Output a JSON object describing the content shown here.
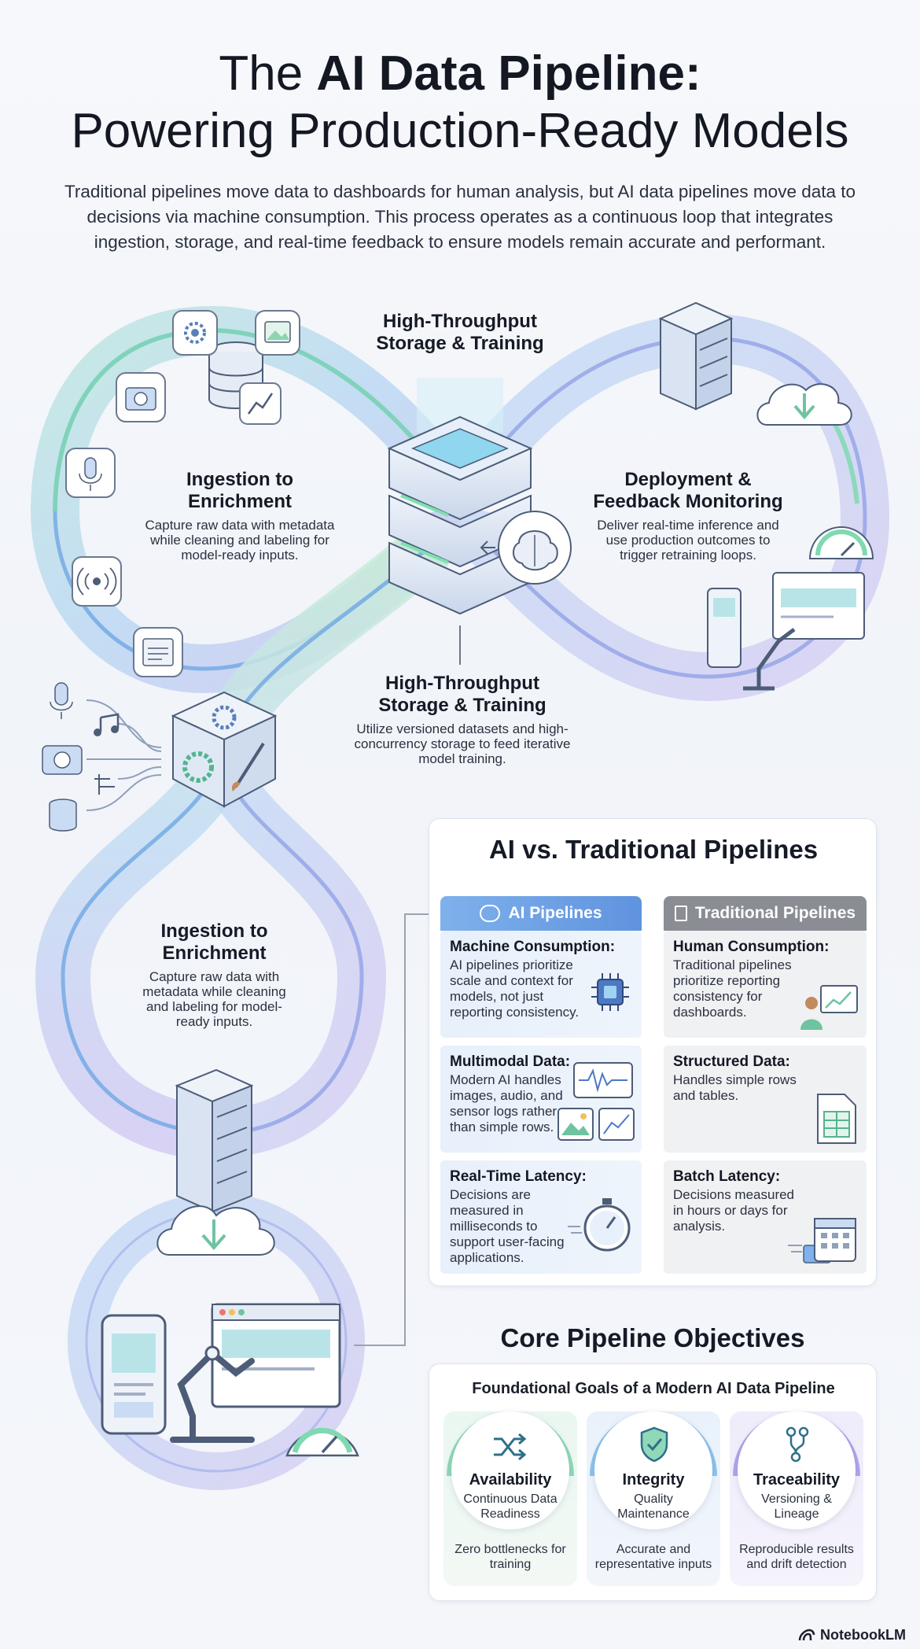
{
  "header": {
    "title_plain": "The ",
    "title_bold": "AI Data Pipeline:",
    "title_line2": "Powering Production-Ready Models",
    "intro": "Traditional pipelines move data to dashboards for human analysis, but AI data pipelines move data to decisions via machine consumption. This process operates as a continuous loop that integrates ingestion, storage, and real-time feedback to ensure models remain accurate and performant."
  },
  "diagram": {
    "top_label": {
      "heading": "High-Throughput Storage & Training"
    },
    "left_loop": {
      "heading": "Ingestion to Enrichment",
      "text": "Capture raw data with metadata while cleaning and labeling for model-ready inputs."
    },
    "right_loop": {
      "heading": "Deployment & Feedback Monitoring",
      "text": "Deliver real-time inference and use production outcomes to trigger retraining loops."
    },
    "center_label": {
      "heading": "High-Throughput Storage & Training",
      "text": "Utilize versioned datasets and high-concurrency storage to feed iterative model training."
    },
    "lower_loop": {
      "heading": "Ingestion to Enrichment",
      "text": "Capture raw data with metadata while cleaning and labeling for model-ready inputs."
    }
  },
  "comparison": {
    "title": "AI vs. Traditional Pipelines",
    "ai_head": "AI Pipelines",
    "trad_head": "Traditional Pipelines",
    "rows": [
      {
        "ai_title": "Machine Consumption:",
        "ai_text": "AI pipelines prioritize scale and context for models, not just reporting consistency.",
        "trad_title": "Human Consumption:",
        "trad_text": "Traditional pipelines prioritize reporting consistency for dashboards."
      },
      {
        "ai_title": "Multimodal Data:",
        "ai_text": "Modern AI handles images, audio, and sensor logs rather than simple rows.",
        "trad_title": "Structured Data:",
        "trad_text": "Handles simple rows and tables."
      },
      {
        "ai_title": "Real-Time Latency:",
        "ai_text": "Decisions are measured in milliseconds to support user-facing applications.",
        "trad_title": "Batch Latency:",
        "trad_text": "Decisions measured in hours or days for analysis."
      }
    ]
  },
  "objectives": {
    "title": "Core Pipeline Objectives",
    "subtitle": "Foundational Goals of a Modern AI Data Pipeline",
    "items": [
      {
        "name": "Availability",
        "sub": "Continuous Data Readiness",
        "foot": "Zero bottlenecks for training",
        "color": "#7fd3b0"
      },
      {
        "name": "Integrity",
        "sub": "Quality Maintenance",
        "foot": "Accurate and representative inputs",
        "color": "#7cb8e6"
      },
      {
        "name": "Traceability",
        "sub": "Versioning & Lineage",
        "foot": "Reproducible results and drift detection",
        "color": "#a89be6"
      }
    ]
  },
  "footer": {
    "brand": "NotebookLM"
  },
  "colors": {
    "ai_blue": "#5f93de",
    "trad_gray": "#8a8d93",
    "loop_green": "#9fe0c1",
    "loop_blue": "#8ec5ee",
    "loop_purple": "#b9b0ec"
  }
}
